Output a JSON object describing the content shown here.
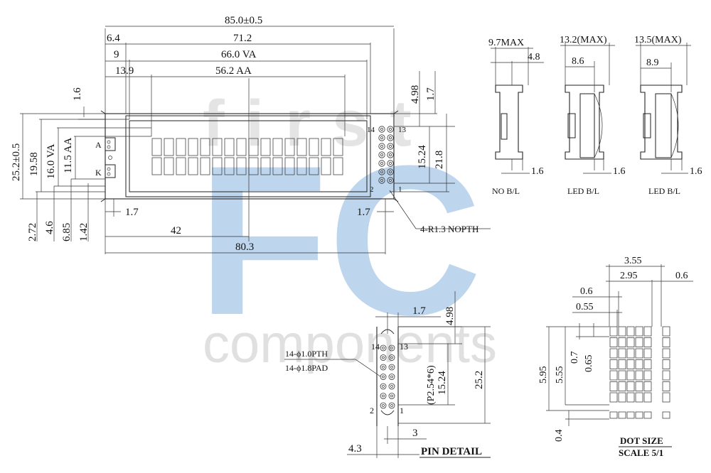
{
  "watermark": {
    "logo_letters": "FC",
    "word_top": "first",
    "word_bottom": "components",
    "blue": "#6fa3d8",
    "grey": "#d6d6d6"
  },
  "dims": {
    "overall_width": "85.0±0.5",
    "w_71_2": "71.2",
    "va_width": "66.0 VA",
    "aa_width": "56.2 AA",
    "left_6_4": "6.4",
    "left_9": "9",
    "left_13_9": "13.9",
    "top_1_6": "1.6",
    "overall_height": "25.2±0.5",
    "h_19_58": "19.58",
    "va_height": "16.0 VA",
    "aa_height": "11.5 AA",
    "b_2_72": "2.72",
    "b_4_6": "4.6",
    "b_6_85": "6.85",
    "b_1_42": "1.42",
    "bl_1_7": "1.7",
    "br_1_7": "1.7",
    "pin_span_42": "42",
    "hole_span_80_3": "80.3",
    "hole_note": "4-R1.3 NOPTH",
    "r_4_98": "4.98",
    "r_1_7": "1.7",
    "r_15_24": "15.24",
    "r_21_8": "21.8"
  },
  "pins": {
    "p14": "14",
    "p13": "13",
    "p2": "2",
    "p1": "1",
    "anode": "A",
    "cathode": "K"
  },
  "side_views": [
    {
      "max": "9.7MAX",
      "inner": "4.8",
      "bottom": "1.6",
      "caption": "NO B/L"
    },
    {
      "max": "13.2(MAX)",
      "inner": "8.6",
      "bottom": "1.6",
      "caption": "LED B/L"
    },
    {
      "max": "13.5(MAX)",
      "inner": "8.9",
      "bottom": "1.6",
      "caption": "LED B/L"
    }
  ],
  "pin_detail": {
    "top_1_7": "1.7",
    "top_4_98": "4.98",
    "pth": "14-ϕ1.0PTH",
    "pad": "14-ϕ1.8PAD",
    "pitch": "(P2.54*6)",
    "span_15_24": "15.24",
    "height_25_2": "25.2",
    "b_3": "3",
    "b_4_3": "4.3",
    "title": "PIN DETAIL",
    "p14": "14",
    "p13": "13",
    "p2": "2",
    "p1": "1"
  },
  "dot_size": {
    "w_3_55": "3.55",
    "w_2_95": "2.95",
    "gap_0_6": "0.6",
    "dot_0_6": "0.6",
    "dot_0_55": "0.55",
    "v_0_7": "0.7",
    "v_0_65": "0.65",
    "h_5_95": "5.95",
    "h_5_55": "5.55",
    "b_0_4": "0.4",
    "title": "DOT SIZE",
    "scale": "SCALE 5/1"
  }
}
